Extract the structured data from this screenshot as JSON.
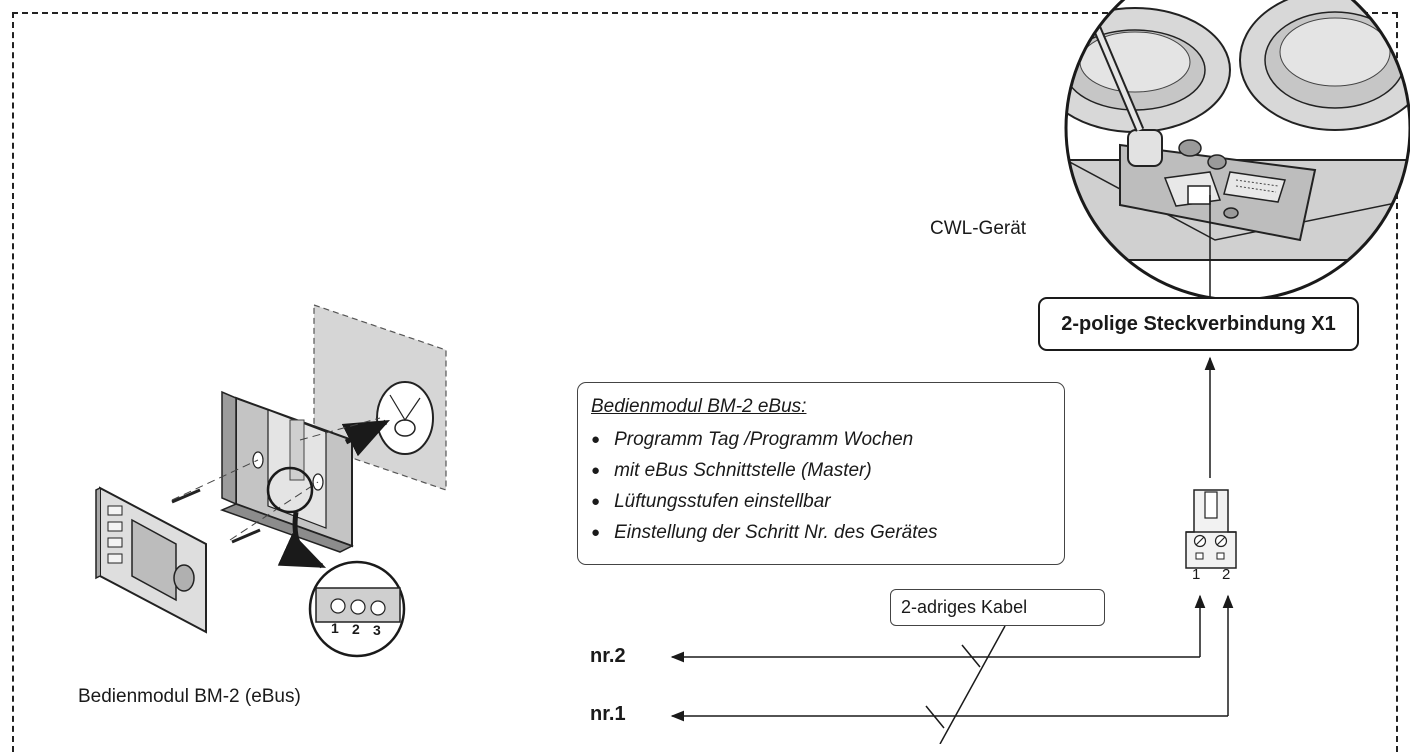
{
  "device_label": "CWL-Gerät",
  "connector_label": "2-polige Steckverbindung X1",
  "module_box": {
    "title": "Bedienmodul BM-2 eBus:",
    "items": [
      "Programm Tag /Programm Wochen",
      "mit eBus Schnittstelle (Master)",
      "Lüftungsstufen einstellbar",
      "Einstellung der Schritt Nr. des Gerätes"
    ]
  },
  "cable_label": "2-adriges Kabel",
  "terminal_numbers": [
    "1",
    "2"
  ],
  "inset_terminal_numbers": [
    "1",
    "2",
    "3"
  ],
  "lines": [
    "nr.2",
    "nr.1"
  ],
  "module_caption": "Bedienmodul BM-2 (eBus)"
}
